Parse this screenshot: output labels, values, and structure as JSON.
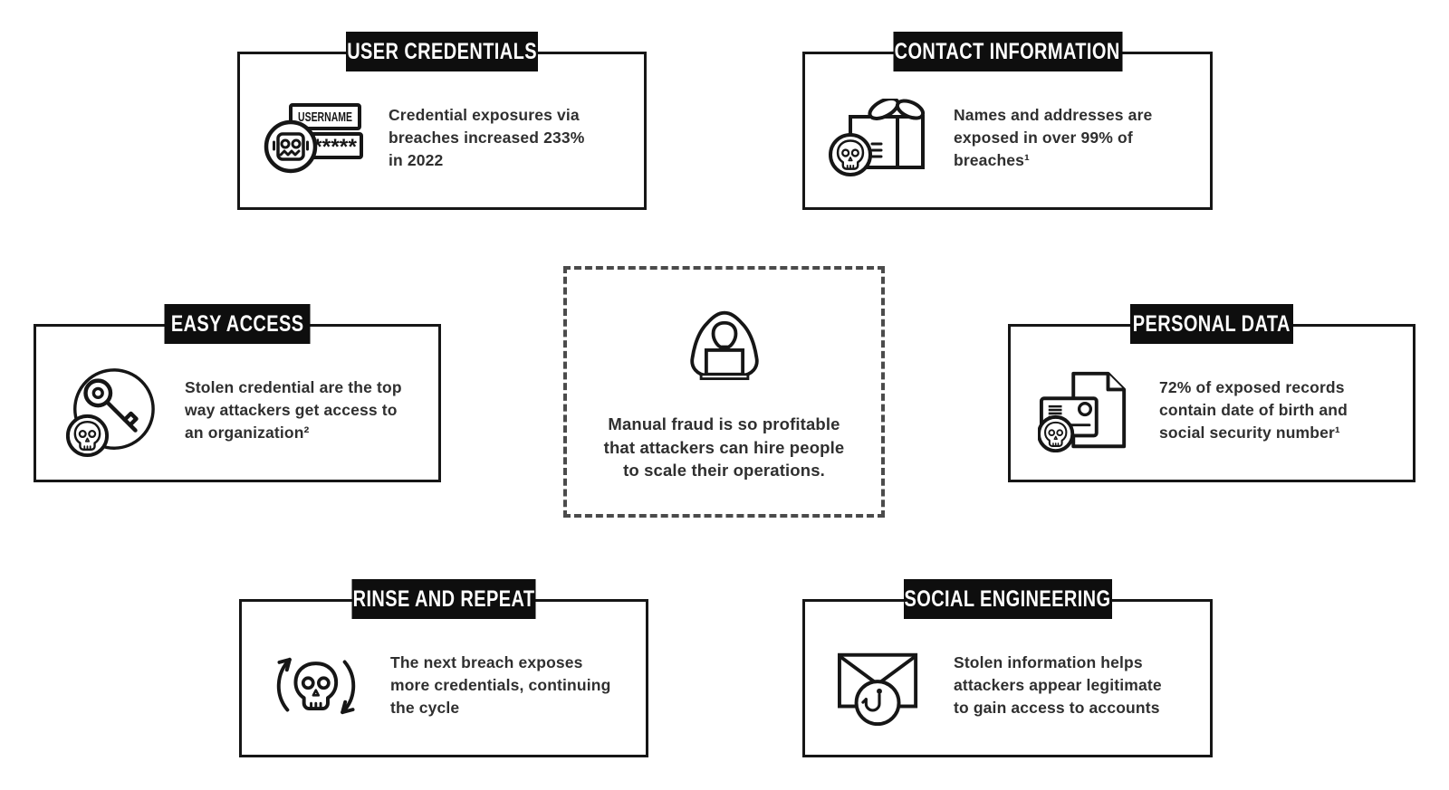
{
  "colors": {
    "background": "#ffffff",
    "ink": "#161616",
    "label_background": "#0e0e0e",
    "label_text": "#ffffff",
    "body_text": "#2f2f2f",
    "dashed_border": "#4b4b4b"
  },
  "center_card": {
    "icon": "hooded-hacker-laptop-icon",
    "lines": [
      "Manual fraud is so profitable",
      "that attackers can hire people",
      "to scale their operations."
    ]
  },
  "cards": [
    {
      "title": "USER CREDENTIALS",
      "icon": "username-password-skull-avatar-icon",
      "icon_text_username": "USERNAME",
      "icon_text_password": "*****",
      "lines": [
        "Credential exposures via",
        "breaches increased 233%",
        "in 2022"
      ]
    },
    {
      "title": "CONTACT INFORMATION",
      "icon": "gift-box-skull-icon",
      "lines": [
        "Names and addresses are",
        "exposed in over 99% of",
        "breaches¹"
      ]
    },
    {
      "title": "EASY ACCESS",
      "icon": "key-skull-icon",
      "lines": [
        "Stolen credential are the top",
        "way attackers get access to",
        "an organization²"
      ]
    },
    {
      "title": "PERSONAL DATA",
      "icon": "id-card-document-skull-icon",
      "lines": [
        "72% of exposed records",
        "contain date of birth and",
        "social security number¹"
      ]
    },
    {
      "title": "RINSE AND REPEAT",
      "icon": "skull-cycle-arrows-icon",
      "lines": [
        "The next breach exposes",
        "more credentials, continuing",
        "the cycle"
      ]
    },
    {
      "title": "SOCIAL ENGINEERING",
      "icon": "envelope-phishing-hook-icon",
      "lines": [
        "Stolen information helps",
        "attackers appear legitimate",
        "to gain access to accounts"
      ]
    }
  ]
}
